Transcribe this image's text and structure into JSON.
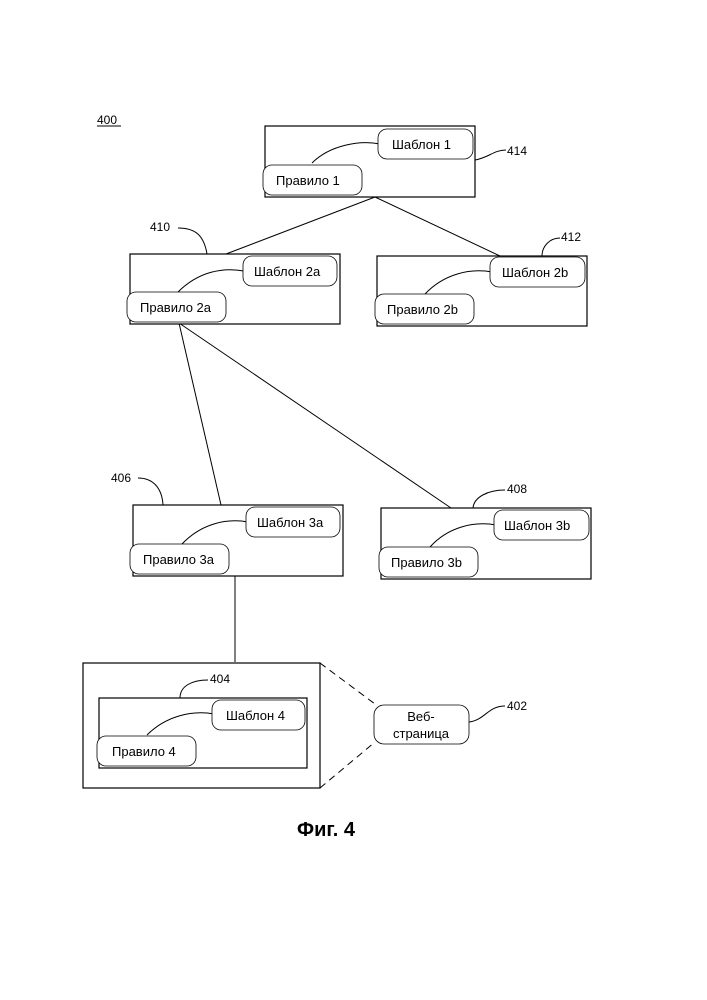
{
  "figure": {
    "ref": "400",
    "caption": "Фиг. 4"
  },
  "nodes": {
    "n414": {
      "template": "Шаблон 1",
      "rule": "Правило 1",
      "ref": "414"
    },
    "n410": {
      "template": "Шаблон 2a",
      "rule": "Правило 2a",
      "ref": "410"
    },
    "n412": {
      "template": "Шаблон 2b",
      "rule": "Правило 2b",
      "ref": "412"
    },
    "n406": {
      "template": "Шаблон 3a",
      "rule": "Правило 3a",
      "ref": "406"
    },
    "n408": {
      "template": "Шаблон  3b",
      "rule": "Правило 3b",
      "ref": "408"
    },
    "n404": {
      "template": "Шаблон 4",
      "rule": "Правило 4",
      "ref": "404"
    }
  },
  "webpage": {
    "label_line1": "Веб-",
    "label_line2": "страница",
    "ref": "402"
  }
}
